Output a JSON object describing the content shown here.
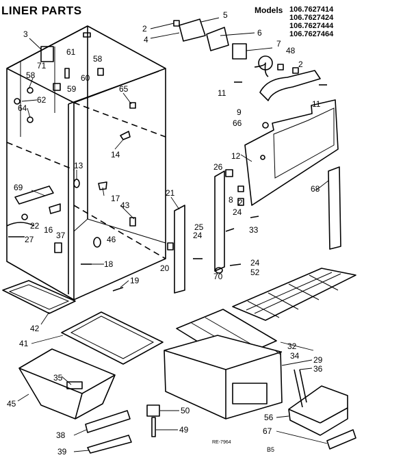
{
  "title": "LINER PARTS",
  "models_label": "Models",
  "models": [
    "106.7627414",
    "106.7627424",
    "106.7627444",
    "106.7627464"
  ],
  "reference_code": "RE-7964",
  "page_code": "B5",
  "callouts": {
    "c2a": "2",
    "c4": "4",
    "c5": "5",
    "c6": "6",
    "c7": "7",
    "c48": "48",
    "c2b": "2",
    "c3": "3",
    "c61": "61",
    "c71": "71",
    "c58a": "58",
    "c58b": "58",
    "c60": "60",
    "c59": "59",
    "c62": "62",
    "c64": "64",
    "c65": "65",
    "c11a": "11",
    "c11b": "11",
    "c9": "9",
    "c66": "66",
    "c14": "14",
    "c13": "13",
    "c12": "12",
    "c26": "26",
    "c8": "8",
    "c2c": "2",
    "c68": "68",
    "c69": "69",
    "c17": "17",
    "c43": "43",
    "c21": "21",
    "c22": "22",
    "c16": "16",
    "c37": "37",
    "c27": "27",
    "c25": "25",
    "c24a": "24",
    "c24b": "24",
    "c33": "33",
    "c46": "46",
    "c20": "20",
    "c18": "18",
    "c70": "70",
    "c24c": "24",
    "c52": "52",
    "c19": "19",
    "c42": "42",
    "c41": "41",
    "c32": "32",
    "c34": "34",
    "c29": "29",
    "c36": "36",
    "c35": "35",
    "c45": "45",
    "c50": "50",
    "c56": "56",
    "c38": "38",
    "c49": "49",
    "c67": "67",
    "c39": "39"
  }
}
